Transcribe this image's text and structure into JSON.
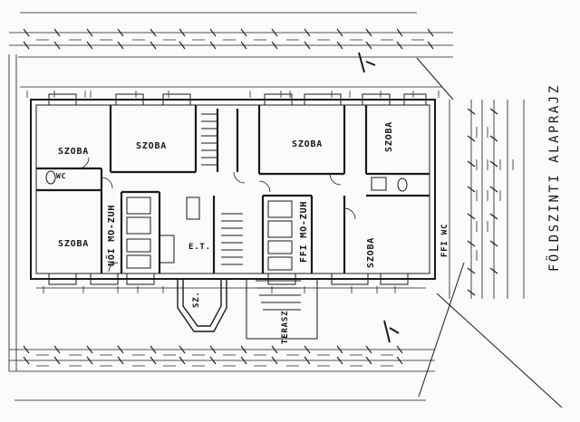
{
  "drawing": {
    "title": "FÖLDSZINTI ALAPRAJZ"
  },
  "rooms": [
    {
      "id": "szoba-nw",
      "label": "SZOBA",
      "orient": "h"
    },
    {
      "id": "szoba-nc",
      "label": "SZOBA",
      "orient": "h"
    },
    {
      "id": "szoba-ne",
      "label": "SZOBA",
      "orient": "h"
    },
    {
      "id": "szoba-e",
      "label": "SZOBA",
      "orient": "v"
    },
    {
      "id": "szoba-sw",
      "label": "SZOBA",
      "orient": "h"
    },
    {
      "id": "szoba-se",
      "label": "SZOBA",
      "orient": "v"
    },
    {
      "id": "noi-mo-zuh",
      "label": "NŐI MO-ZUH",
      "orient": "v"
    },
    {
      "id": "ffi-mo-zuh",
      "label": "FFI MO-ZUH",
      "orient": "v"
    },
    {
      "id": "wc-w",
      "label": "WC",
      "orient": "h"
    },
    {
      "id": "ffi-wc",
      "label": "FFI WC",
      "orient": "v"
    },
    {
      "id": "terasz",
      "label": "TERASZ",
      "orient": "v"
    },
    {
      "id": "et",
      "label": "E.T.",
      "orient": "h"
    },
    {
      "id": "sz",
      "label": "SZ.",
      "orient": "v"
    }
  ]
}
